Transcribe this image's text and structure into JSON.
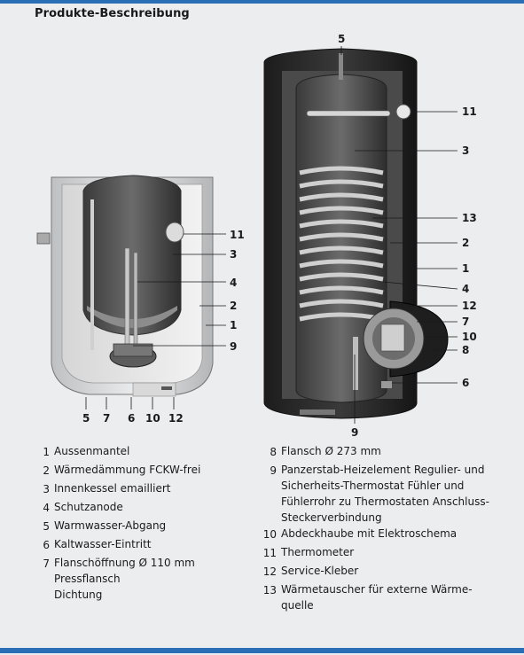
{
  "title": "Produkte-Beschreibung",
  "callouts": {
    "small": [
      "11",
      "3",
      "4",
      "2",
      "1",
      "9",
      "5",
      "7",
      "6",
      "10",
      "12"
    ],
    "large": [
      "5",
      "11",
      "3",
      "13",
      "2",
      "1",
      "4",
      "12",
      "7",
      "10",
      "8",
      "6",
      "9"
    ]
  },
  "legend_left": [
    {
      "num": "1",
      "lines": [
        "Aussenmantel"
      ]
    },
    {
      "num": "2",
      "lines": [
        "Wärmedämmung FCKW-frei"
      ]
    },
    {
      "num": "3",
      "lines": [
        "Innenkessel emailliert"
      ]
    },
    {
      "num": "4",
      "lines": [
        "Schutzanode"
      ]
    },
    {
      "num": "5",
      "lines": [
        "Warmwasser-Abgang"
      ]
    },
    {
      "num": "6",
      "lines": [
        "Kaltwasser-Eintritt"
      ]
    },
    {
      "num": "7",
      "lines": [
        "Flanschöffnung Ø 110 mm",
        "Pressflansch",
        "Dichtung"
      ]
    }
  ],
  "legend_right": [
    {
      "num": "8",
      "lines": [
        "Flansch Ø 273 mm"
      ]
    },
    {
      "num": "9",
      "lines": [
        "Panzerstab-Heizelement Regulier- und",
        "Sicherheits-Thermostat Fühler und",
        "Fühlerrohr zu Thermostaten Anschluss-",
        "Steckerverbindung"
      ]
    },
    {
      "num": "10",
      "lines": [
        "Abdeckhaube mit Elektroschema"
      ]
    },
    {
      "num": "11",
      "lines": [
        "Thermometer"
      ]
    },
    {
      "num": "12",
      "lines": [
        "Service-Kleber"
      ]
    },
    {
      "num": "13",
      "lines": [
        "Wärmetauscher für externe Wärme-",
        "quelle"
      ]
    }
  ]
}
